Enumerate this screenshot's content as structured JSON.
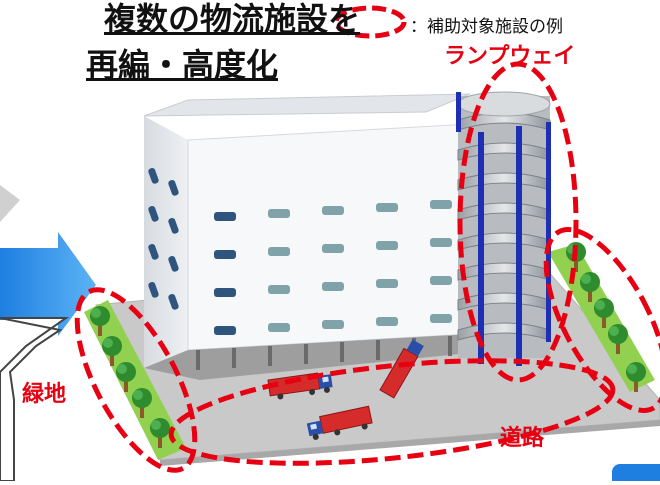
{
  "title": {
    "line1": "複数の物流施設を",
    "line2": "再編・高度化"
  },
  "legend": {
    "text": "：補助対象施設の例"
  },
  "labels": {
    "ramp": "ランプウェイ",
    "green": "緑地",
    "road": "道路"
  },
  "colors": {
    "highlight": "#e60012",
    "ground": "#c6c6c6",
    "grass": "#92d050",
    "tree": "#2e8b2e",
    "trunk": "#8b5a2b",
    "building": "#f2f4f6",
    "window": "#7fa3a8",
    "ramp_pillar": "#1f2fb3",
    "arrow": "#2e86de",
    "truck_cargo": "#d62b2b",
    "truck_cab": "#2b4fa8"
  },
  "icons": [
    "tree-icon",
    "truck-icon",
    "arrow-icon"
  ]
}
